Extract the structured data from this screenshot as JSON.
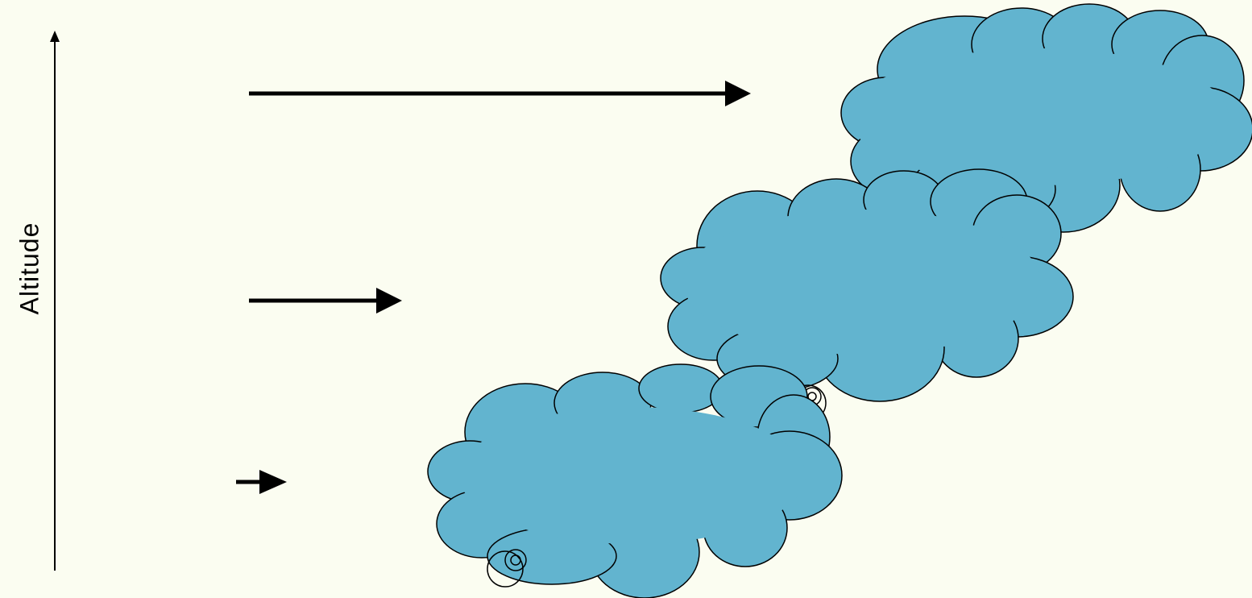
{
  "diagram": {
    "axis_label": "Altitude",
    "arrows": [
      {
        "level": "top",
        "relative_length": "long"
      },
      {
        "level": "middle",
        "relative_length": "medium"
      },
      {
        "level": "bottom",
        "relative_length": "short"
      }
    ],
    "clouds": [
      {
        "level": "top"
      },
      {
        "level": "middle"
      },
      {
        "level": "bottom"
      }
    ],
    "colors": {
      "background": "#fbfdf1",
      "cloud_fill": "#62b4cf",
      "outline": "#000000"
    }
  }
}
